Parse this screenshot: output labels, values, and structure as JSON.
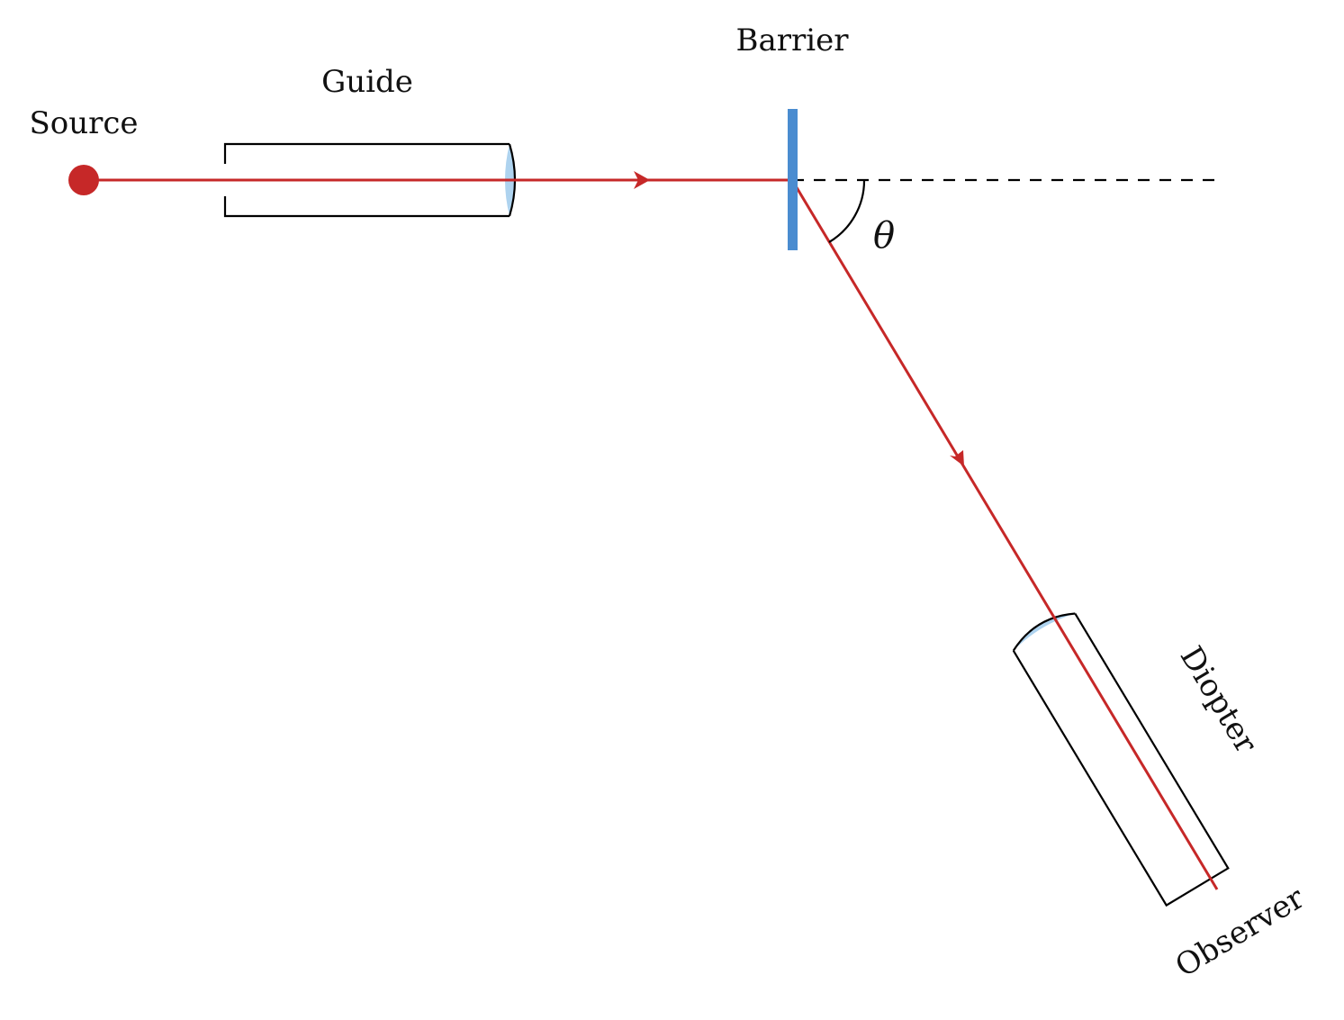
{
  "labels": {
    "source": "Source",
    "guide": "Guide",
    "barrier": "Barrier",
    "diopter": "Diopter",
    "observer": "Observer",
    "angle": "θ"
  },
  "colors": {
    "beam": "#c62828",
    "source_dot": "#c62828",
    "barrier": "#4a8cd0",
    "lens": "#aed3ef",
    "outline": "#000000"
  }
}
